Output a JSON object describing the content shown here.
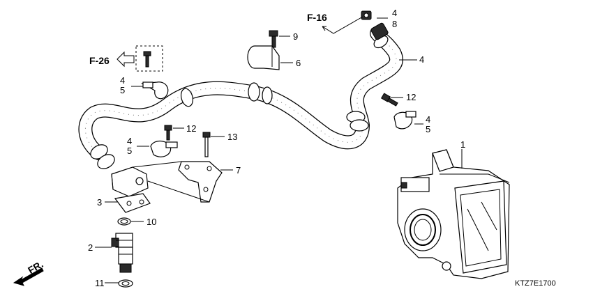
{
  "refs": {
    "f26": "F-26",
    "f16": "F-16"
  },
  "direction_label": "FR.",
  "diagram_code": "KTZ7E1700",
  "labels": {
    "l1": "1",
    "l2": "2",
    "l3": "3",
    "l4a": "4",
    "l8": "8",
    "l4b": "4",
    "l9": "9",
    "l6": "6",
    "l4c": "4",
    "l5c": "5",
    "l12a": "12",
    "l4d": "4",
    "l5d": "5",
    "l12b": "12",
    "l13": "13",
    "l4e": "4",
    "l5e": "5",
    "l7": "7",
    "l10": "10",
    "l11": "11"
  }
}
